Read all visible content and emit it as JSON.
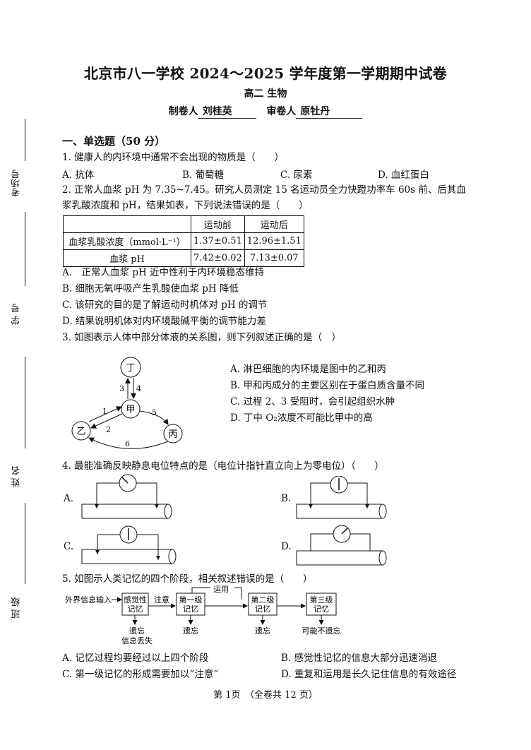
{
  "header": {
    "title": "北京市八一学校 2024～2025 学年度第一学期期中试卷",
    "subtitle": "高二 生物",
    "maker_label": "制卷人",
    "maker_name": "刘桂英",
    "reviewer_label": "审卷人",
    "reviewer_name": "原牡丹"
  },
  "side_labels": {
    "room": "考场号",
    "student_no": "学 号",
    "name": "姓 名",
    "class": "班 级"
  },
  "section1": "一、单选题（50 分）",
  "q1": {
    "stem": "1. 健康人的内环境中通常不会出现的物质是（　　）",
    "options": [
      "A. 抗体",
      "B. 葡萄糖",
      "C. 尿素",
      "D. 血红蛋白"
    ]
  },
  "q2": {
    "stem_line1": "2. 正常人血浆 pH 为 7.35~7.45。研究人员测定 15 名运动员全力快蹬功率车 60s 前、后其血",
    "stem_line2": "浆乳酸浓度和 pH，结果如表，下列说法错误的是（　　）",
    "table": {
      "headers": [
        "",
        "运动前",
        "运动后"
      ],
      "rows": [
        [
          "血浆乳酸浓度（mmol·L⁻¹）",
          "1.37±0.51",
          "12.96±1.51"
        ],
        [
          "血浆 pH",
          "7.42±0.02",
          "7.13±0.07"
        ]
      ]
    },
    "options": [
      "A.　正常人血浆 pH 近中性利于内环境稳态维持",
      "B. 细胞无氧呼吸产生乳酸使血浆 pH 降低",
      "C. 该研究的目的是了解运动时机体对 pH 的调节",
      "D. 结果说明机体对内环境酸碱平衡的调节能力差"
    ]
  },
  "q3": {
    "stem": "3. 如图表示人体中部分体液的关系图，则下列叙述正确的是（　）",
    "diagram": {
      "nodes": [
        "丁",
        "甲",
        "乙",
        "丙"
      ],
      "arrow_labels": [
        "3",
        "4",
        "1",
        "2",
        "5",
        "6"
      ]
    },
    "options": [
      "A. 淋巴细胞的内环境是图中的乙和丙",
      "B. 甲和丙成分的主要区别在于蛋白质含量不同",
      "C. 过程 2、3 受阻时，会引起组织水肿",
      "D. 丁中 O₂浓度不可能比甲中的高"
    ]
  },
  "q4": {
    "stem": "4. 最能准确反映静息电位特点的是（电位计指针直立向上为零电位）（　　）",
    "labels": [
      "A.",
      "B.",
      "C.",
      "D."
    ]
  },
  "q5": {
    "stem": "5. 如图示人类记忆的四个阶段，相关叙述错误的是（　　）",
    "diagram": {
      "input": "外界信息输入",
      "box1_l1": "感觉性",
      "box1_l2": "记忆",
      "attention": "注意",
      "box2_l1": "第一级",
      "box2_l2": "记忆",
      "use": "运用",
      "box3_l1": "第二级",
      "box3_l2": "记忆",
      "box4_l1": "第三级",
      "box4_l2": "记忆",
      "forget1_l1": "遗忘",
      "forget1_l2": "信息丢失",
      "forget2": "遗忘",
      "forget3": "遗忘",
      "forget4": "可能不遗忘"
    },
    "options": [
      "A. 记忆过程均要经过以上四个阶段",
      "B. 感觉性记忆的信息大部分迅速消退",
      "C. 第一级记忆的形成需要加以“注意”",
      "D. 重复和运用是长久记住信息的有效途径"
    ]
  },
  "footer": "第 1页　（全卷共 12 页）"
}
